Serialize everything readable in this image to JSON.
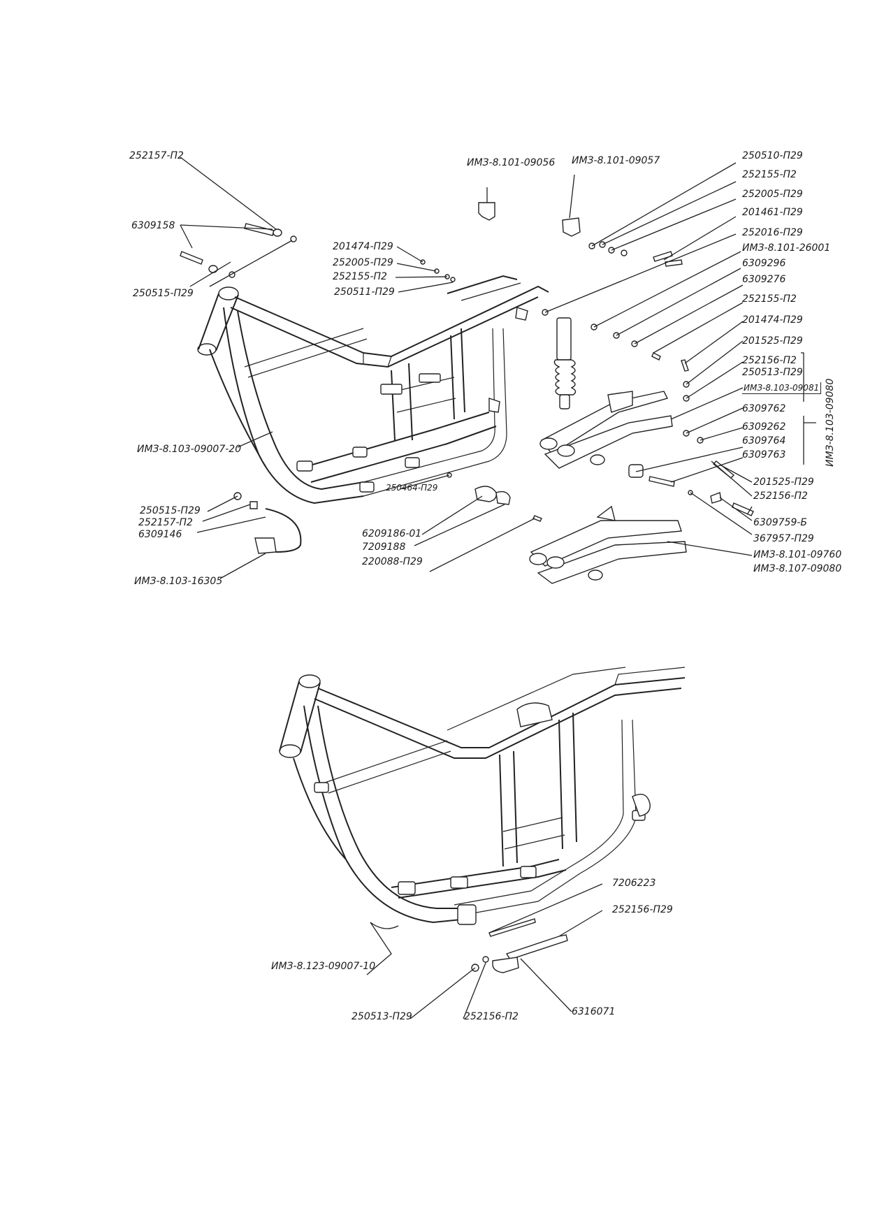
{
  "labels": {
    "upper": {
      "l_252157_p2_top": "252157-П2",
      "l_6309158": "6309158",
      "l_250515_p29_top": "250515-П29",
      "l_201474_p29_a": "201474-П29",
      "l_252005_p29_a": "252005-П29",
      "l_252155_p2_a": "252155-П2",
      "l_250511_p29": "250511-П29",
      "l_imz_09056": "ИМЗ-8.101-09056",
      "l_imz_09057": "ИМЗ-8.101-09057",
      "l_250510_p29": "250510-П29",
      "l_252155_p2_b": "252155-П2",
      "l_252005_p29_b": "252005-П29",
      "l_201461_p29": "201461-П29",
      "l_252016_p29": "252016-П29",
      "l_imz_26001": "ИМЗ-8.101-26001",
      "l_6309296": "6309296",
      "l_6309276": "6309276",
      "l_252155_p2_c": "252155-П2",
      "l_201474_p29_b": "201474-П29",
      "l_201525_p29_a": "201525-П29",
      "l_252156_p2_a": "252156-П2",
      "l_250513_p29_a": "250513-П29",
      "l_imz_09081": "ИМЗ-8.103-09081",
      "l_6309762": "6309762",
      "l_6309262": "6309262",
      "l_6309764": "6309764",
      "l_6309763": "6309763",
      "l_201525_p29_b": "201525-П29",
      "l_252156_p2_b": "252156-П2",
      "l_6309759_b": "6309759-Б",
      "l_367957_p29": "367957-П29",
      "l_imz_09760": "ИМЗ-8.101-09760",
      "l_imz_107_09080": "ИМЗ-8.107-09080",
      "l_imz_09007_20": "ИМЗ-8.103-09007-20",
      "l_250464_p29": "250464-П29",
      "l_250515_p29_b": "250515-П29",
      "l_252157_p2_b": "252157-П2",
      "l_6309146": "6309146",
      "l_imz_16305": "ИМЗ-8.103-16305",
      "l_6209186_01": "6209186-01",
      "l_7209188": "7209188",
      "l_220088_p29": "220088-П29",
      "l_imz_103_09080_vertical": "ИМЗ-8.103-09080"
    },
    "lower": {
      "l_7206223": "7206223",
      "l_252156_p29": "252156-П29",
      "l_imz_8123_09007_10": "ИМЗ-8.123-09007-10",
      "l_250513_p29_b": "250513-П29",
      "l_252156_p2_c": "252156-П2",
      "l_6316071": "6316071"
    }
  }
}
